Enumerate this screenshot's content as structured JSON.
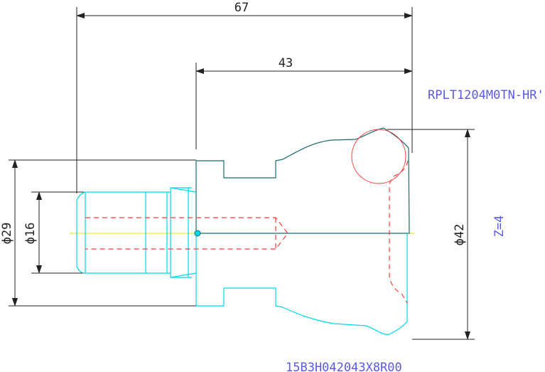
{
  "drawing": {
    "dimensions": {
      "overall_length": "67",
      "head_length": "43",
      "dia_head": "ϕ42",
      "dia_body": "ϕ29",
      "dia_pilot": "ϕ16"
    },
    "insert_code": "RPLT1204M0TN-HR'",
    "teeth_count": "Z=4",
    "part_code": "15B3H042043X8R00"
  },
  "colors": {
    "dimension": "#222222",
    "head_outline": "#1a6b6b",
    "body_outline": "#00d8e8",
    "hidden_line": "#ff3b3b",
    "center_line": "#e6e600",
    "annotation_text": "#5a5adf",
    "detail_circle": "#ff3b3b"
  }
}
